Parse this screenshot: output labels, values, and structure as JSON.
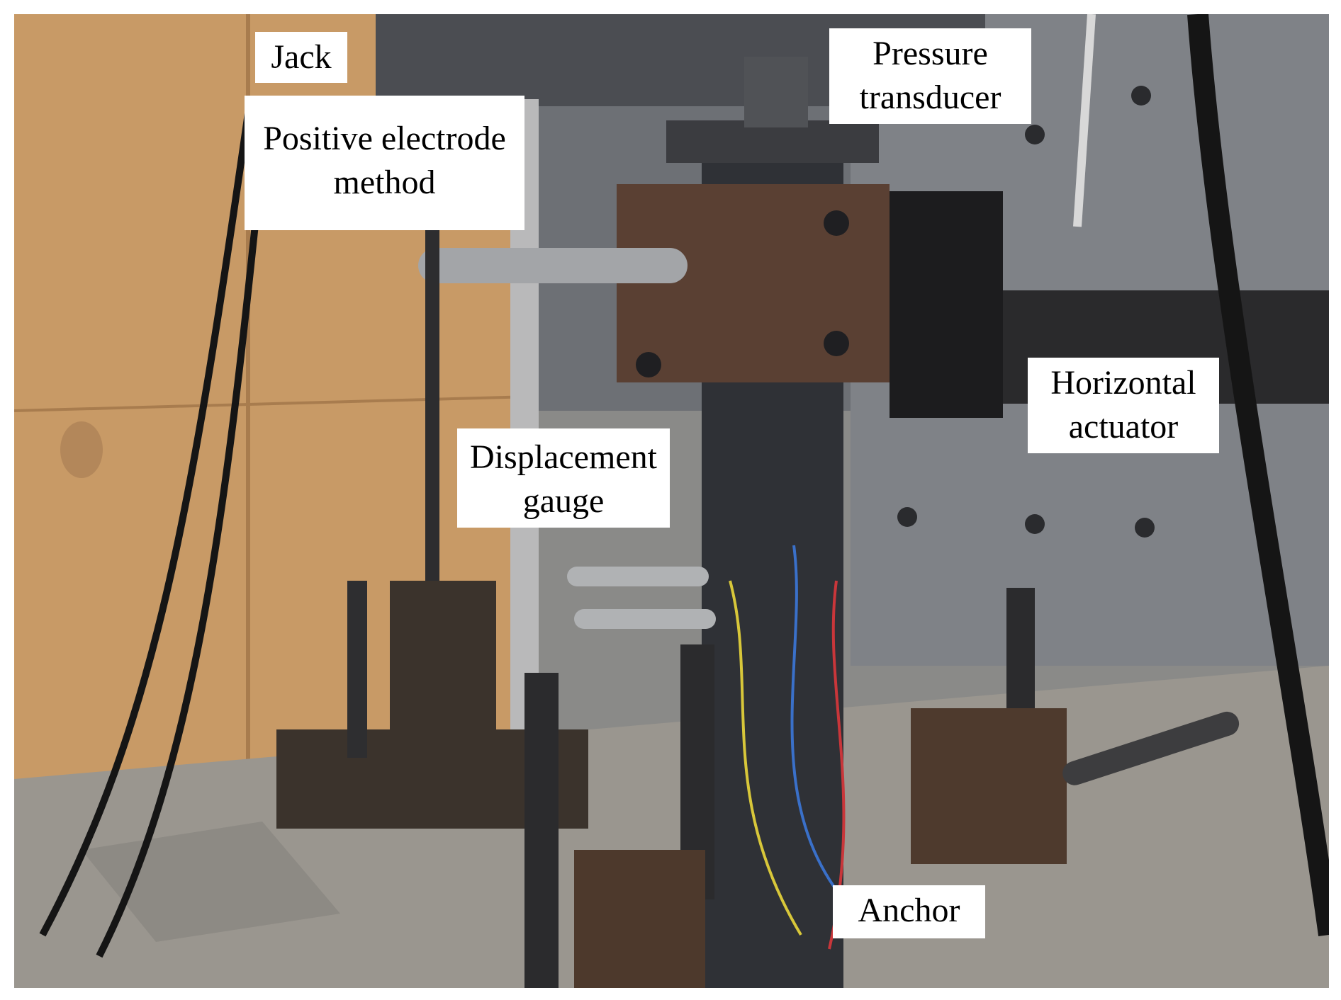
{
  "figure": {
    "labels": {
      "jack": "Jack",
      "positive_electrode": "Positive electrode\nmethod",
      "pressure_transducer": "Pressure\ntransducer",
      "displacement_gauge": "Displacement\ngauge",
      "horizontal_actuator": "Horizontal\nactuator",
      "anchor": "Anchor"
    }
  }
}
